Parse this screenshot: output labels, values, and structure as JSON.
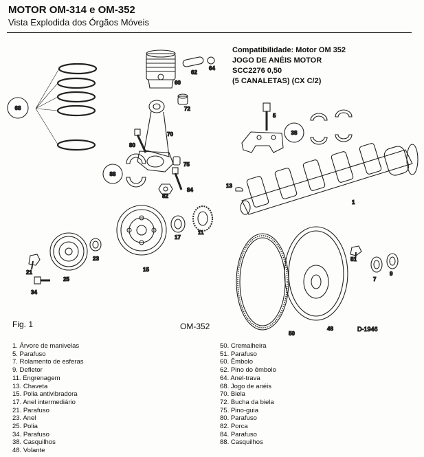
{
  "header": {
    "title": "MOTOR OM-314 e OM-352",
    "subtitle": "Vista Explodida dos Órgãos Móveis"
  },
  "compat": {
    "line1": "Compatibilidade: Motor OM 352",
    "line2": "JOGO DE ANÉIS MOTOR",
    "line3": "SCC2276 0,50",
    "line4": "(5 CANALETAS) (CX C/2)"
  },
  "figure": {
    "fig_label": "Fig. 1",
    "model_label": "OM-352",
    "code_label": "D-1946",
    "callouts": {
      "p1": "1",
      "p5": "5",
      "p7": "7",
      "p9": "9",
      "p11": "11",
      "p13": "13",
      "p15": "15",
      "p17": "17",
      "p21": "21",
      "p23": "23",
      "p25": "25",
      "p34": "34",
      "p38": "38",
      "p48": "48",
      "p50": "50",
      "p51": "51",
      "p60": "60",
      "p62": "62",
      "p64": "64",
      "p68": "68",
      "p70": "70",
      "p72": "72",
      "p75": "75",
      "p80": "80",
      "p82": "82",
      "p84": "84",
      "p88": "88"
    }
  },
  "legend_left": [
    "1. Árvore de manivelas",
    "5. Parafuso",
    "7. Rolamento de esferas",
    "9. Defletor",
    "11. Engrenagem",
    "13. Chaveta",
    "15. Polia antivibradora",
    "17. Anel intermediário",
    "21. Parafuso",
    "23. Anel",
    "25. Polia",
    "34. Parafuso",
    "38. Casquilhos",
    "48. Volante"
  ],
  "legend_right": [
    "50. Cremalheira",
    "51. Parafuso",
    "60. Êmbolo",
    "62. Pino do êmbolo",
    "64. Anel-trava",
    "68. Jogo de anéis",
    "70. Biela",
    "72. Bucha da biela",
    "75. Pino-guia",
    "80. Parafuso",
    "82. Porca",
    "84. Parafuso",
    "88. Casquilhos"
  ]
}
